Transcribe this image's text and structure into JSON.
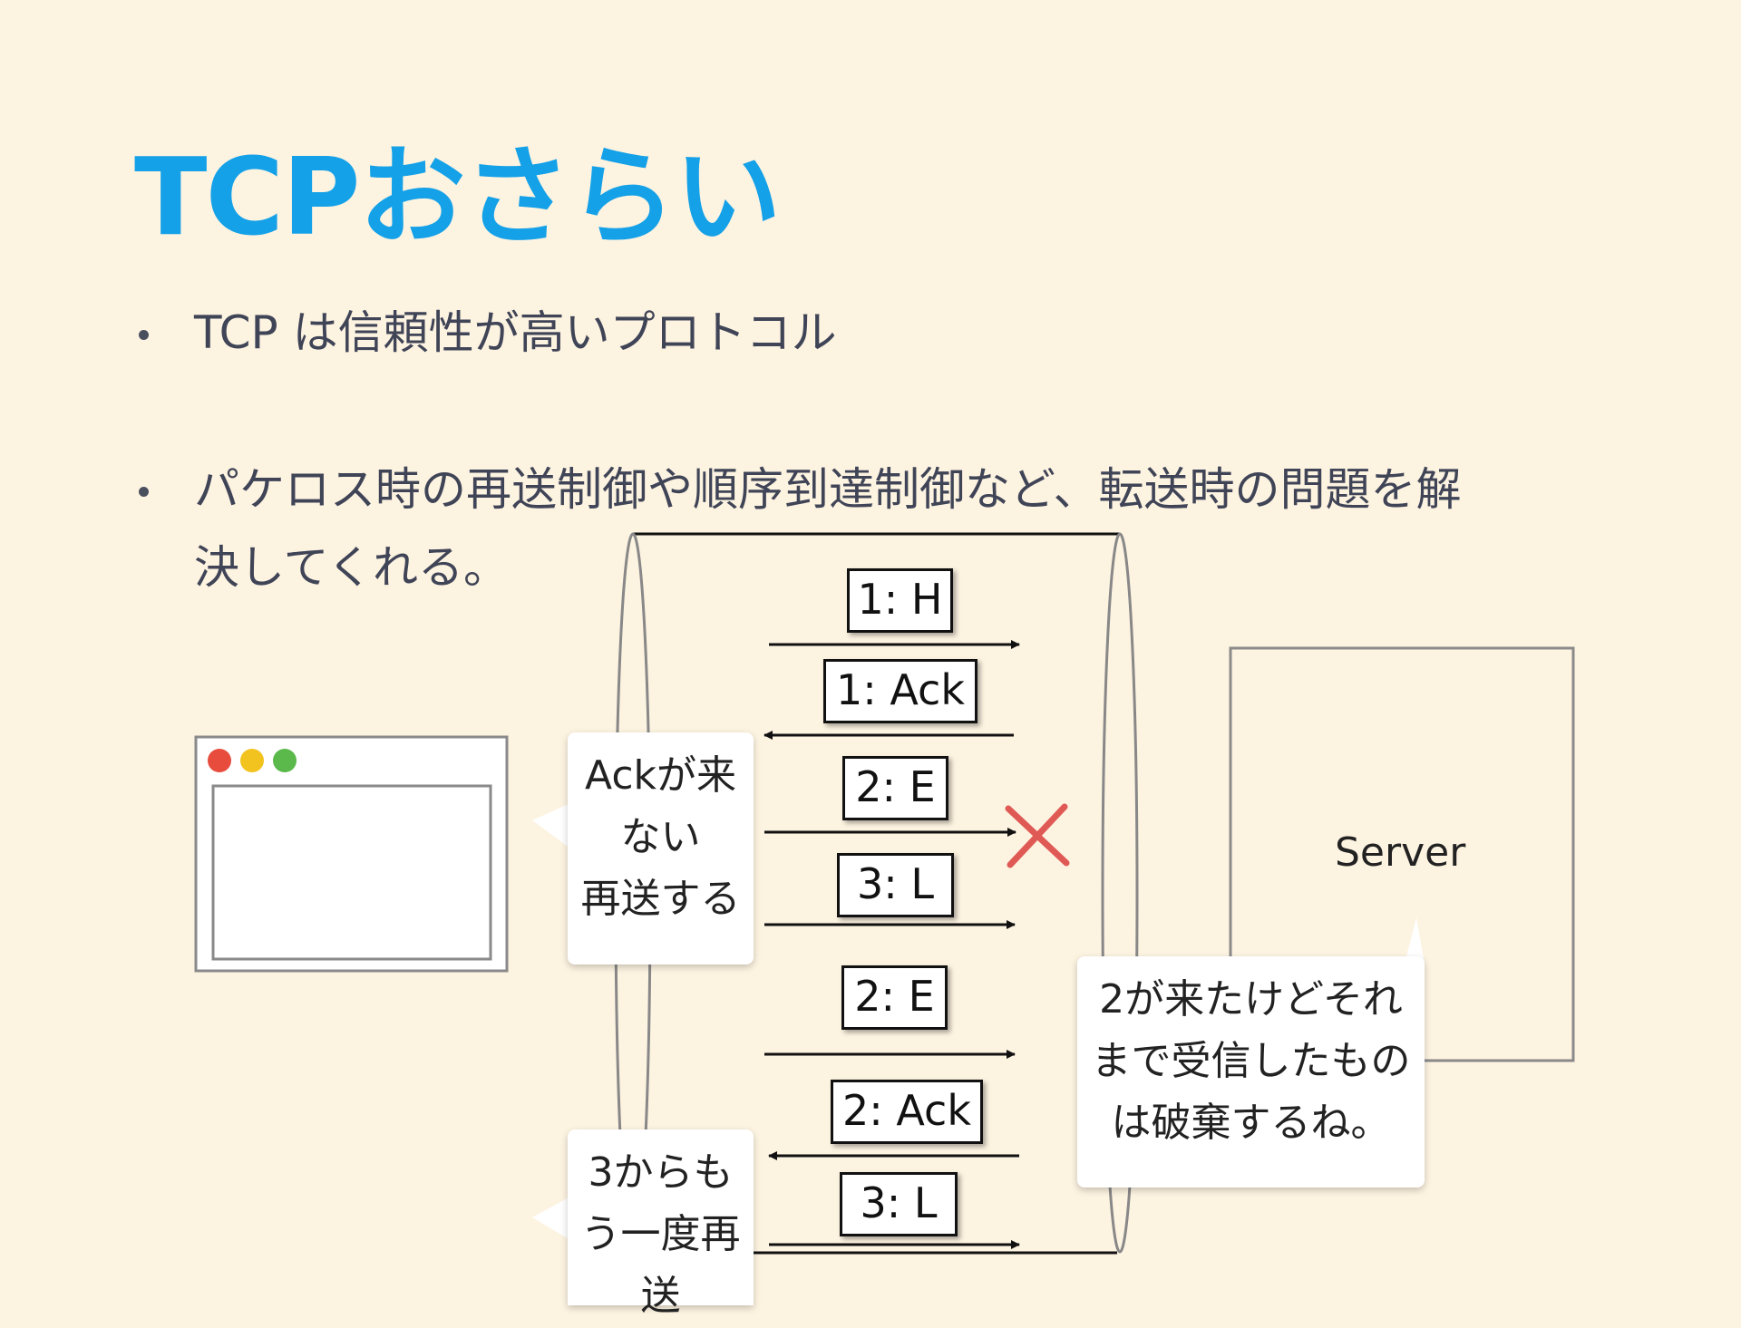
{
  "title": "TCPおさらい",
  "bullets": [
    {
      "text": "TCP は信頼性が高いプロトコル"
    },
    {
      "line1": "パケロス時の再送制御や順序到達制御など、転送時の問題を解",
      "line2": "決してくれる。"
    }
  ],
  "messages": {
    "m1": "1: H",
    "m2": "1: Ack",
    "m3": "2: E",
    "m4": "3: L",
    "m5": "2: E",
    "m6": "2: Ack",
    "m7": "3: L"
  },
  "callouts": {
    "ack_missing": [
      "Ackが来",
      "ない",
      "再送する"
    ],
    "resend_from3": [
      "3からも",
      "う一度再",
      "送"
    ],
    "server_note": [
      "2が来たけどそれ",
      "まで受信したもの",
      "は破棄するね。"
    ]
  },
  "server_label": "Server",
  "colors": {
    "title": "#14a1e8",
    "background": "#fdf3e1",
    "close_dot": "#e74c3c",
    "min_dot": "#f2c31f",
    "max_dot": "#5ab94a",
    "lost_mark": "#e05a55"
  },
  "icons": {
    "lost_packet": "x-mark-icon"
  }
}
